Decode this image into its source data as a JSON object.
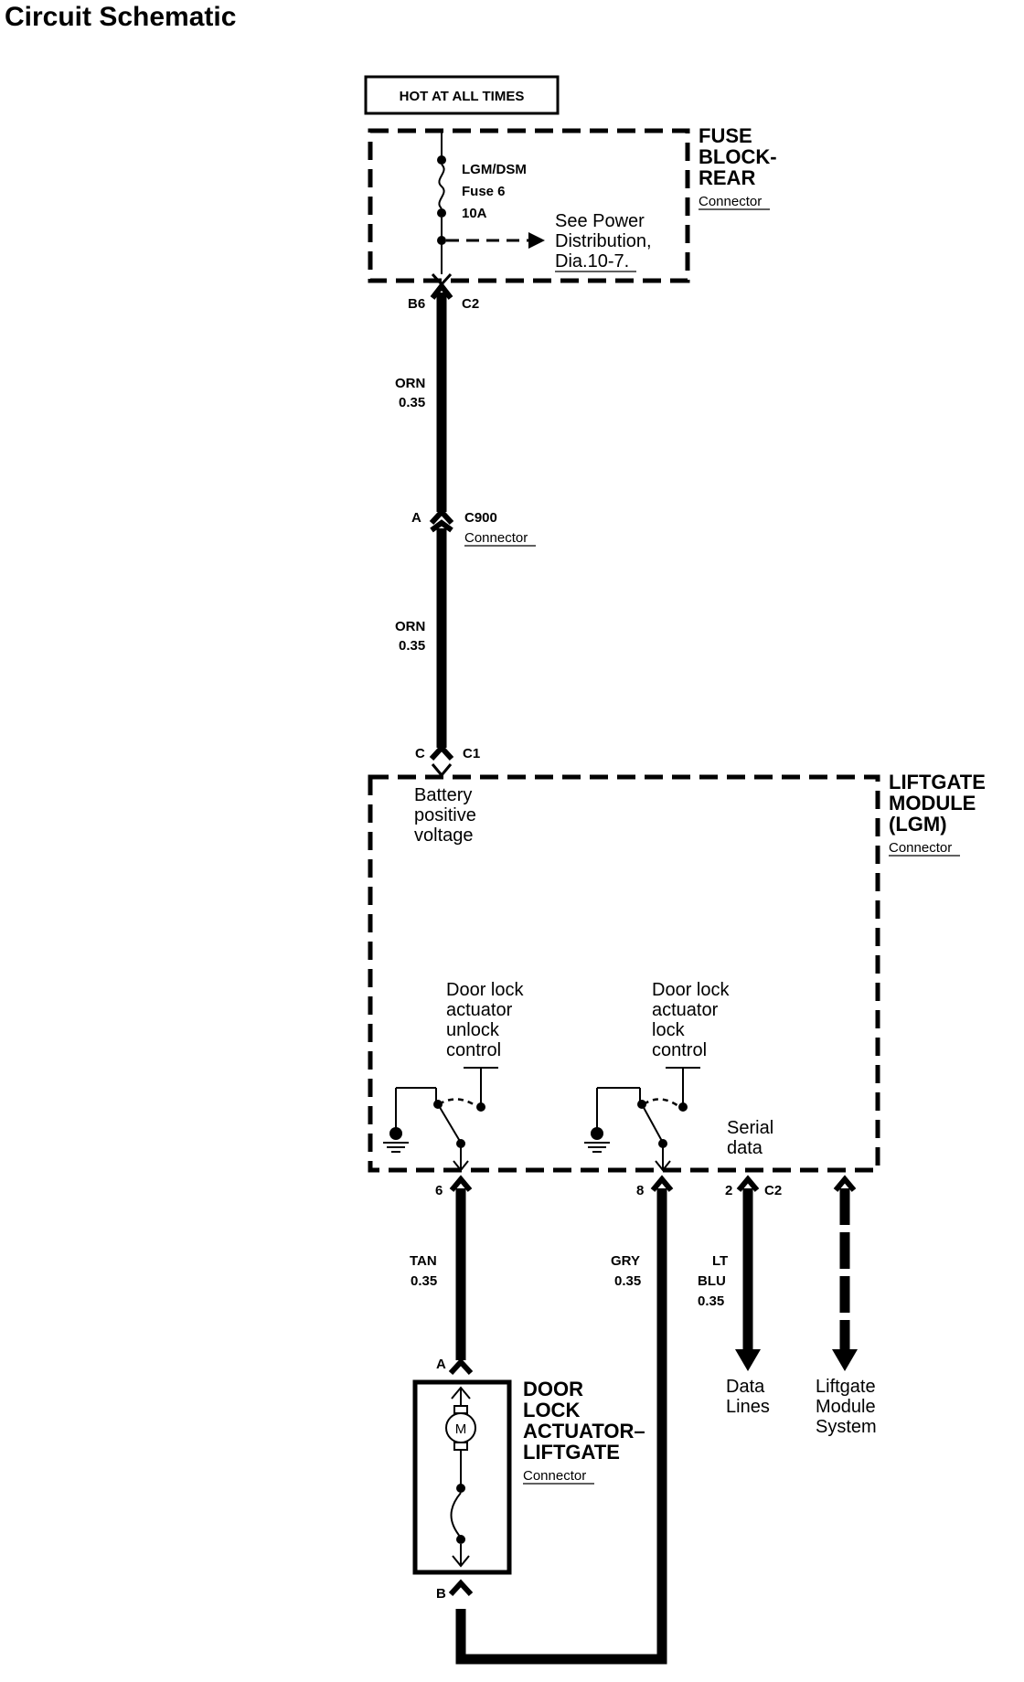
{
  "page_title": "Circuit Schematic",
  "hot_box": "HOT AT ALL TIMES",
  "fuse_block": {
    "name_lines": [
      "FUSE",
      "BLOCK-",
      "REAR"
    ],
    "connector_label": "Connector",
    "fuse_lines": [
      "LGM/DSM",
      "Fuse 6",
      "10A"
    ],
    "ref_lines": [
      "See Power",
      "Distribution,",
      "Dia.10-7."
    ],
    "pin_left": "B6",
    "pin_right": "C2"
  },
  "wire_top": {
    "color": "ORN",
    "gauge": "0.35"
  },
  "c900": {
    "pin": "A",
    "name": "C900",
    "connector_label": "Connector"
  },
  "wire_mid": {
    "color": "ORN",
    "gauge": "0.35"
  },
  "lgm_input": {
    "pin_left": "C",
    "pin_right": "C1"
  },
  "lgm": {
    "name_lines": [
      "LIFTGATE",
      "MODULE",
      "(LGM)"
    ],
    "connector_label": "Connector",
    "battery_lines": [
      "Battery",
      "positive",
      "voltage"
    ],
    "unlock_lines": [
      "Door lock",
      "actuator",
      "unlock",
      "control"
    ],
    "lock_lines": [
      "Door lock",
      "actuator",
      "lock",
      "control"
    ],
    "serial_lines": [
      "Serial",
      "data"
    ]
  },
  "lgm_pins": {
    "pin6": "6",
    "pin8": "8",
    "pin2": "2",
    "conn": "C2"
  },
  "wire_tan": {
    "color": "TAN",
    "gauge": "0.35"
  },
  "wire_gry": {
    "color": "GRY",
    "gauge": "0.35"
  },
  "wire_ltblu": {
    "color_lines": [
      "LT",
      "BLU"
    ],
    "gauge": "0.35"
  },
  "data_lines_label": [
    "Data",
    "Lines"
  ],
  "liftgate_system_label": [
    "Liftgate",
    "Module",
    "System"
  ],
  "actuator": {
    "name_lines": [
      "DOOR",
      "LOCK",
      "ACTUATOR–",
      "LIFTGATE"
    ],
    "connector_label": "Connector",
    "motor_label": "M",
    "pin_a": "A",
    "pin_b": "B"
  }
}
